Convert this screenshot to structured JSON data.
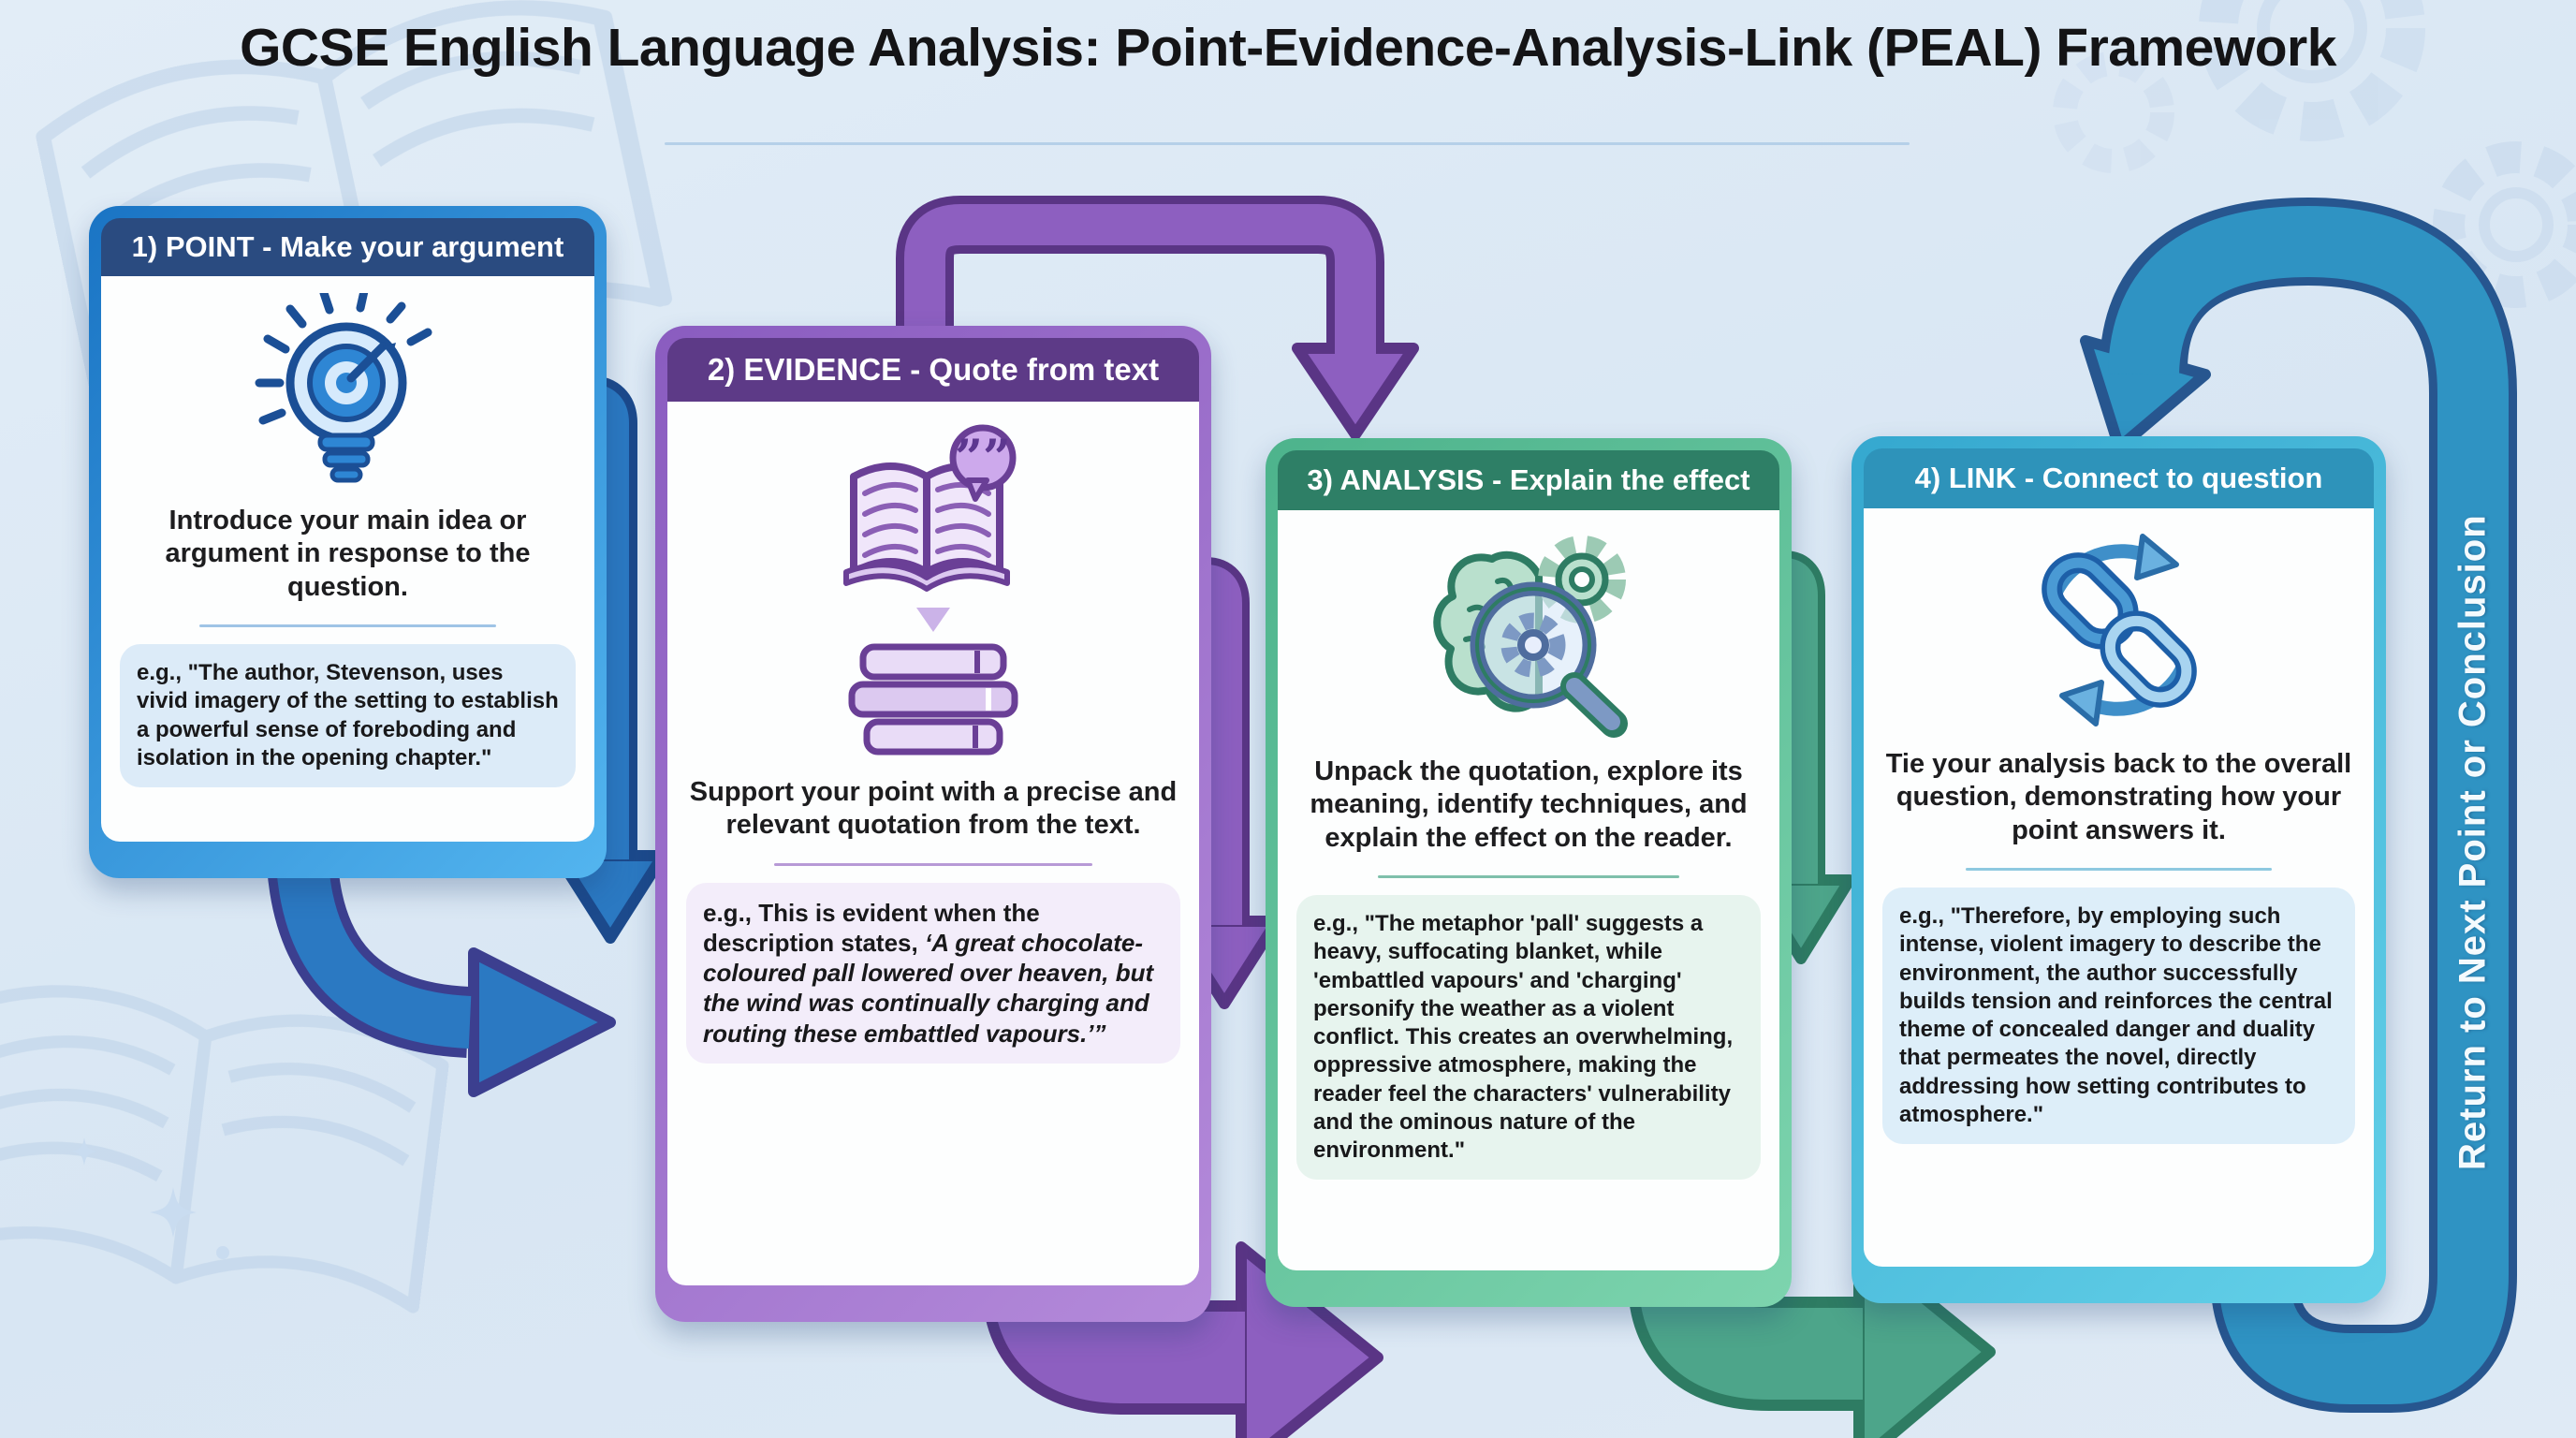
{
  "page": {
    "title": "GCSE English Language Analysis: Point-Evidence-Analysis-Link (PEAL) Framework"
  },
  "cards": [
    {
      "header": "1) POINT - Make your argument",
      "description": "Introduce your main idea or argument in response to the question.",
      "example": "e.g., \"The author, Stevenson, uses vivid imagery of the setting to establish a powerful sense of foreboding and isolation in the opening chapter.\"",
      "icon": "lightbulb-target-icon",
      "accent": "#2e86d4",
      "header_bg": "#2a4b80"
    },
    {
      "header": "2) EVIDENCE - Quote from text",
      "description": "Support your point with a precise and relevant quotation from the text.",
      "example_prefix": "e.g., This is evident when the description states, ",
      "example_italic": "‘A great chocolate-coloured pall lowered over heaven, but the wind was continually charging and routing these embattled vapours.’”",
      "icon": "open-book-quote-icon",
      "accent": "#9a6cc9",
      "header_bg": "#5d3a87"
    },
    {
      "header": "3) ANALYSIS - Explain the effect",
      "description": "Unpack the quotation, explore its meaning, identify techniques, and explain the effect on the reader.",
      "example": "e.g., \"The metaphor 'pall' suggests a heavy, suffocating blanket, while 'embattled vapours' and 'charging' personify the weather as a violent conflict. This creates an overwhelming, oppressive atmosphere, making the reader feel the characters' vulnerability and the ominous nature of the environment.\"",
      "icon": "brain-gears-magnifier-icon",
      "accent": "#4da58a",
      "header_bg": "#2e7f66"
    },
    {
      "header": "4) LINK - Connect to question",
      "description": "Tie your analysis back to the overall question, demonstrating how your point answers it.",
      "example": "e.g., \"Therefore, by employing such intense, violent imagery to describe the environment, the author successfully builds tension and reinforces the central theme of concealed danger and duality that permeates the novel, directly addressing how setting contributes to atmosphere.\"",
      "icon": "chain-link-cycle-icon",
      "accent": "#35a2c9",
      "header_bg": "#2e93ba"
    }
  ],
  "flow": {
    "return_label": "Return to Next Point or Conclusion",
    "arrow_colors": {
      "blue": "#2b79c2",
      "purple": "#8d5fc0",
      "green": "#4da58a",
      "loop_fill": "#2f93c3",
      "loop_outline": "#27568f"
    }
  }
}
